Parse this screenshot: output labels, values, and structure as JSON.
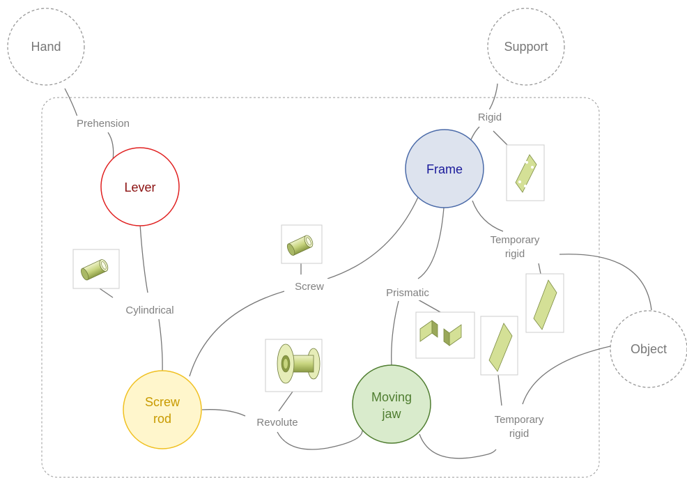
{
  "external": {
    "hand": "Hand",
    "support": "Support",
    "object": "Object"
  },
  "parts": {
    "lever": {
      "label": "Lever",
      "stroke": "#e02020",
      "fill": "#ffffff",
      "text": "#8b1010"
    },
    "frame": {
      "label": "Frame",
      "stroke": "#4a6aa8",
      "fill": "#dde3ee",
      "text": "#1a1a9a"
    },
    "screw_rod": {
      "label_line1": "Screw",
      "label_line2": "rod",
      "stroke": "#f0c020",
      "fill": "#fff6cc",
      "text": "#c89a00"
    },
    "moving_jaw": {
      "label_line1": "Moving",
      "label_line2": "jaw",
      "stroke": "#4f7d30",
      "fill": "#d9ebcc",
      "text": "#4f7d30"
    }
  },
  "joints": {
    "prehension": "Prehension",
    "rigid": "Rigid",
    "cylindrical": "Cylindrical",
    "screw": "Screw",
    "prismatic": "Prismatic",
    "temporary_rigid_top_line1": "Temporary",
    "temporary_rigid_top_line2": "rigid",
    "revolute": "Revolute",
    "temporary_rigid_bottom_line1": "Temporary",
    "temporary_rigid_bottom_line2": "rigid"
  },
  "icons": {
    "cylinder": "cylinder-joint-icon",
    "screw": "screw-joint-icon",
    "revolute": "revolute-joint-icon",
    "prismatic": "prismatic-joint-icon",
    "rigid_plate": "rigid-plate-icon",
    "plate": "plate-icon"
  },
  "colors": {
    "connector": "#777777",
    "dashed_border": "#999999",
    "icon_fill": "#d4e096",
    "icon_stroke": "#7a8a40"
  }
}
